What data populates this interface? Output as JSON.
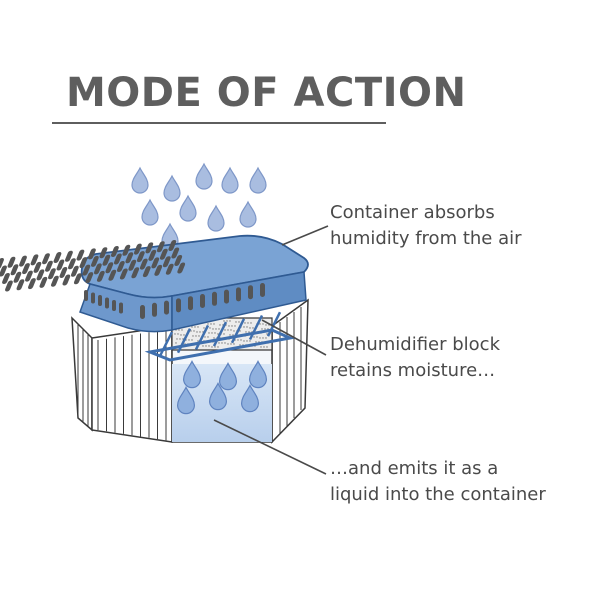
{
  "title": "MODE OF ACTION",
  "callouts": [
    {
      "line1": "Container absorbs",
      "line2": "humidity from the air"
    },
    {
      "line1": "Dehumidifier block",
      "line2": "retains moisture…"
    },
    {
      "line1": "…and emits it as a",
      "line2": "liquid into the container"
    }
  ],
  "colors": {
    "lid_blue": "#6e98cc",
    "lid_edge": "#3f6fae",
    "drop_fill": "#a9bde0",
    "drop_edge": "#7e97c8",
    "water": "#cfe0f4",
    "text": "#4a4a4a",
    "title": "#5e5e5e",
    "outline": "#3a3a3a"
  }
}
